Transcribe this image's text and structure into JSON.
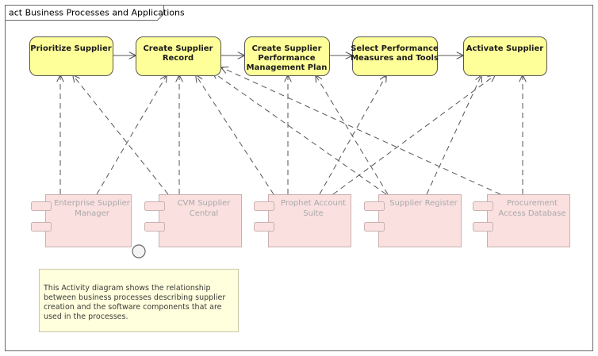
{
  "frame": {
    "title": "act Business Processes and Applications"
  },
  "activities": [
    {
      "id": "a1",
      "lines": [
        "Prioritize Supplier"
      ]
    },
    {
      "id": "a2",
      "lines": [
        "Create Supplier",
        "Record"
      ]
    },
    {
      "id": "a3",
      "lines": [
        "Create Supplier",
        "Performance",
        "Management Plan"
      ]
    },
    {
      "id": "a4",
      "lines": [
        "Select Performance",
        "Measures and Tools"
      ]
    },
    {
      "id": "a5",
      "lines": [
        "Activate Supplier"
      ]
    }
  ],
  "components": [
    {
      "id": "c1",
      "lines": [
        "Enterprise Supplier",
        "Manager"
      ]
    },
    {
      "id": "c2",
      "lines": [
        "CVM Supplier",
        "Central"
      ]
    },
    {
      "id": "c3",
      "lines": [
        "Prophet Account",
        "Suite"
      ]
    },
    {
      "id": "c4",
      "lines": [
        "Supplier Register"
      ]
    },
    {
      "id": "c5",
      "lines": [
        "Procurement",
        "Access Database"
      ]
    }
  ],
  "flows": [
    {
      "from": "a1",
      "to": "a2"
    },
    {
      "from": "a2",
      "to": "a3"
    },
    {
      "from": "a3",
      "to": "a4"
    },
    {
      "from": "a4",
      "to": "a5"
    }
  ],
  "dependencies": [
    {
      "from": "c1",
      "to": "a1"
    },
    {
      "from": "c1",
      "to": "a2"
    },
    {
      "from": "c2",
      "to": "a1"
    },
    {
      "from": "c2",
      "to": "a2"
    },
    {
      "from": "c3",
      "to": "a2"
    },
    {
      "from": "c3",
      "to": "a3"
    },
    {
      "from": "c3",
      "to": "a4"
    },
    {
      "from": "c3",
      "to": "a5"
    },
    {
      "from": "c4",
      "to": "a2"
    },
    {
      "from": "c4",
      "to": "a4"
    },
    {
      "from": "c4",
      "to": "a5"
    },
    {
      "from": "c5",
      "to": "a2"
    },
    {
      "from": "c5",
      "to": "a5"
    }
  ],
  "note": {
    "lines": [
      "This Activity diagram shows the relationship",
      "between business processes describing supplier",
      "creation and the software components that are",
      "used in the processes."
    ]
  },
  "colors": {
    "activity_fill": "#ffff99",
    "activity_stroke": "#555555",
    "component_fill": "#fbe0e0",
    "component_stroke": "#c9b2b2",
    "note_fill": "#ffffdd",
    "note_stroke": "#c8c8a8",
    "line": "#555555"
  }
}
